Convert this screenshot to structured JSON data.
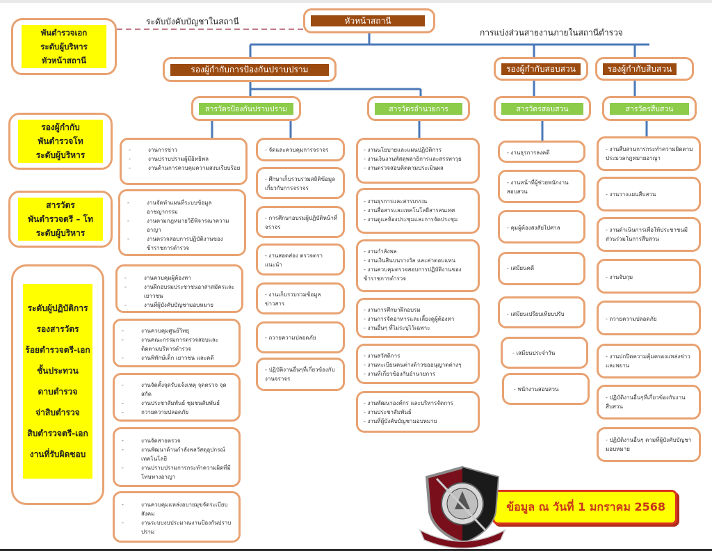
{
  "header": {
    "station_head": "หัวหน้าสถานี",
    "command_label": "ระดับบังคับบัญชาในสถานี",
    "division_title": "การแบ่งส่วนสายงานภายในสถานีตำรวจ"
  },
  "ranks": [
    {
      "lines": [
        "พันตำรวจเอก",
        "ระดับผู้บริหาร",
        "หัวหน้าสถานี"
      ]
    },
    {
      "lines": [
        "รองผู้กำกับ",
        "พันตำรวจโท",
        "ระดับผู้บริหาร"
      ]
    },
    {
      "lines": [
        "สารวัตร",
        "พันตำรวจตรี – โท",
        "ระดับผู้บริหาร"
      ]
    },
    {
      "lines": [
        "ระดับผู้ปฏิบัติการ",
        "รองสารวัตร",
        "ร้อยตำรวจตรี-เอก",
        "ชั้นประทวน",
        "ดาบตำรวจ",
        "จ่าสิบตำรวจ",
        "สิบตำรวจตรี-เอก",
        "งานที่รับผิดชอบ"
      ]
    }
  ],
  "deputies": {
    "prevention": "รองผู้กำกับการป้องกันปราบปราม",
    "inquiry": "รองผู้กำกับสอบสวน",
    "investigation": "รองผู้กำกับสืบสวน"
  },
  "inspectors": {
    "prevention": "สารวัตรป้องกันปราบปราม",
    "administration": "สารวัตรอำนวยการ",
    "inquiry": "สารวัตรสอบสวน",
    "investigation": "สารวัตรสืบสวน"
  },
  "prevention_tasks": [
    [
      "งานการข่าว",
      "งานปราบปรามผู้มีอิทธิพล",
      "งานด้านการควบคุมความสงบเรียบร้อย"
    ],
    [
      "งานจัดทำแผนที่ระบบข้อมูลอาชญากรรม",
      "งานตามกฎหมายวิธีพิจารณาความอาญา",
      "งานตรวจสอบการปฏิบัติงานของข้าราชการตำรวจ"
    ],
    [
      "งานควบคุมผู้ต้องหา",
      "งานฝึกอบรมประชาชนอาสาสมัครและเยาวชน",
      "งานที่ผู้บังคับบัญชามอบหมาย"
    ],
    [
      "งานควบคุมศูนย์วิทยุ",
      "งานคณะกรรมการตรวจสอบและติดตามบริหารตำรวจ",
      "งานพิทักษ์เด็ก เยาวชน และคดี"
    ],
    [
      "งานจัดตั้งจุดรับแจ้งเหตุ จุดตรวจ จุดสกัด",
      "งานประชาสัมพันธ์ ชุมชนสัมพันธ์",
      "ถวายความปลอดภัย"
    ],
    [
      "งานจัดสายตรวจ",
      "งานพัฒนาด้านกำลังพลวัสดุอุปกรณ์เทคโนโลยี",
      "งานปราบปรามการกระทำความผิดที่มีโทษทางอาญา"
    ],
    [
      "งานควบคุมแหล่งอบายมุขจัดระเบียบสังคม",
      "งานระบบงบประมาณงานป้องกันปราบปราม"
    ]
  ],
  "traffic_tasks": [
    "จัดและควบคุมการจราจร",
    "ศึกษาเก็บรวบรวมสถิติข้อมูลเกี่ยวกับการจราจร",
    "การศึกษาอบรมผู้ปฏิบัติหน้าที่จราจร",
    "งานสอดส่อง ตรวจตรา แนะนำ",
    "งานเก็บรวบรวมข้อมูลข่าวสาร",
    "ถวายความปลอดภัย",
    "ปฏิบัติงานอื่นๆที่เกี่ยวข้องกับงานจราจร"
  ],
  "admin_tasks": [
    [
      "งานนโยบายและแผนปฏิบัติการ",
      "งานเงินงานพัสดุพลาธิการและสรรพาวุธ",
      "งานตรวจสอบติดตามประเมินผล"
    ],
    [
      "งานธุรการและสารบรรณ",
      "งานสื่อสารและเทคโนโลยีสารสนเทศ",
      "งานดูแลห้องประชุมและการจัดประชุม"
    ],
    [
      "งานกำลังพล",
      "งานเงินสินบนรางวัล และค่าตอบแทน",
      "งานควบคุมตรวจสอบการปฏิบัติงานของข้าราชการตำรวจ"
    ],
    [
      "งานการศึกษาฝึกอบรม",
      "งานการจัดอาหารและเลี้ยงดูผู้ต้องหา",
      "งานอื่นๆ ที่ไม่ระบุไว้เฉพาะ"
    ],
    [
      "งานสวัสดิการ",
      "งานทะเบียนคนต่างด้าวขออนุญาตต่างๆ",
      "งานที่เกี่ยวข้องกับอำนวยการ"
    ],
    [
      "งานพัฒนาองค์กร และบริหารจัดการ",
      "งานประชาสัมพันธ์",
      "งานที่ผู้บังคับบัญชามอบหมาย"
    ]
  ],
  "inquiry_tasks": [
    "งานธุรการลงคดี",
    "งานหน้าที่ผู้ช่วยพนักงานสอบสวน",
    "คุมผู้ต้องสงสัยไปศาล",
    "เสมียนคดี",
    "เสมียนเปรียบเทียบปรับ",
    "เสมียนประจำวัน",
    "พนักงานสอบสวน"
  ],
  "investigation_tasks": [
    "งานสืบสวนการกระทำความผิดตามประมวลกฎหมายอาญา",
    "งานวางแผนสืบสวน",
    "งานดำเนินการเพื่อให้ประชาชนมีส่วนร่วมในการสืบสวน",
    "งานจับกุม",
    "ถวายความปลอดภัย",
    "งานปกปิดความคุ้มครองแหล่งข่าวและพยาน",
    "ปฏิบัติงานอื่นๆที่เกี่ยวข้องกับงานสืบสวน",
    "ปฏิบัติงานอื่นๆ ตามที่ผู้บังคับบัญชามอบหมาย"
  ],
  "footer": {
    "data_date": "ข้อมูล ณ วันที่ 1 มกราคม 2568",
    "emblem": "royal-thai-police-emblem"
  },
  "colors": {
    "box_border": "#e8a272",
    "header_brown": "#9b4a10",
    "header_green": "#8ccc4a",
    "connector_blue": "#4a78b8",
    "rank_fill": "#ffff00",
    "dashed_line": "#c07a86",
    "date_text": "#c8341c"
  }
}
